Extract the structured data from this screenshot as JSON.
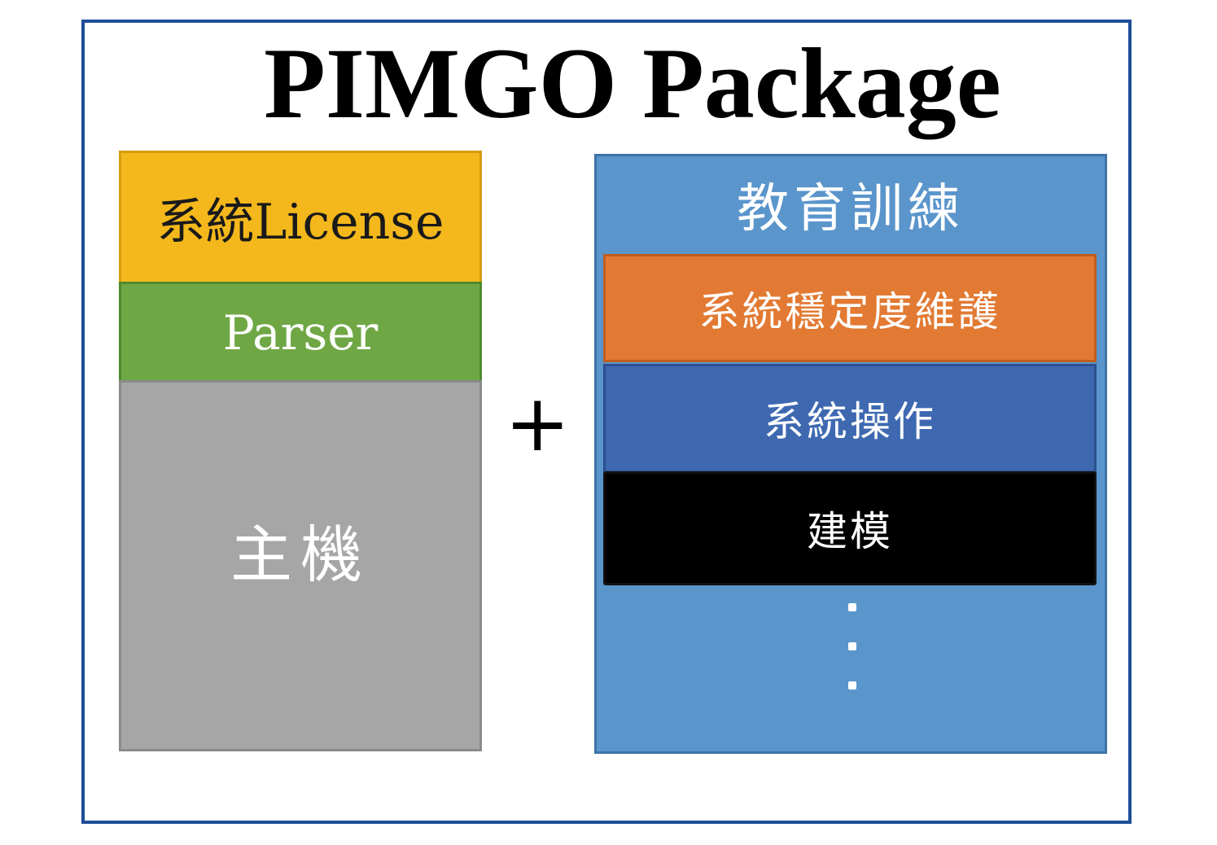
{
  "title": "PIMGO Package",
  "left_stack": {
    "license": "系統License",
    "parser": "Parser",
    "host": "主機"
  },
  "plus_sign": "+",
  "right_stack": {
    "header": "教育訓練",
    "items": [
      "系統穩定度維護",
      "系統操作",
      "建模"
    ],
    "ellipsis": "⋮"
  },
  "colors": {
    "frame_border": "#1f4e99",
    "license_bg": "#f4b81c",
    "parser_bg": "#6fa745",
    "host_bg": "#a6a6a6",
    "training_bg": "#5a95cb",
    "maintenance_bg": "#e27a33",
    "operation_bg": "#3e69b1",
    "modeling_bg": "#000000"
  }
}
